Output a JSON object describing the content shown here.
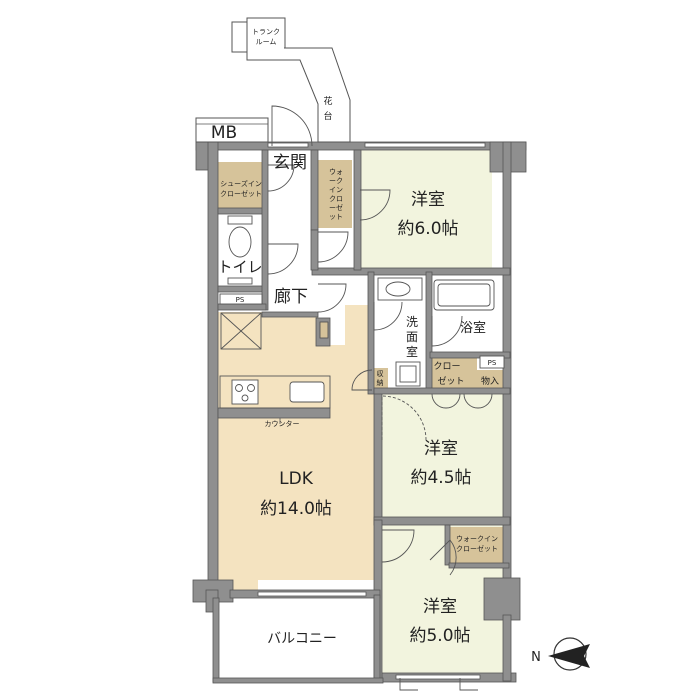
{
  "rooms": {
    "western1": {
      "name": "洋室",
      "size": "約6.0帖"
    },
    "western2": {
      "name": "洋室",
      "size": "約4.5帖"
    },
    "western3": {
      "name": "洋室",
      "size": "約5.0帖"
    },
    "ldk": {
      "name": "LDK",
      "size": "約14.0帖"
    },
    "entrance": "玄関",
    "corridor": "廊下",
    "toilet": "トイレ",
    "washroom": [
      "洗",
      "面",
      "室"
    ],
    "bathroom": "浴室",
    "balcony": "バルコニー"
  },
  "storage": {
    "trunk_room": [
      "トランク",
      "ルーム"
    ],
    "shoes_in_closet": [
      "シューズイン",
      "クローゼット"
    ],
    "walk_in_closet_1": [
      "ウォ",
      "ーク",
      "イン",
      "クロ",
      "ーゼ",
      "ット"
    ],
    "walk_in_closet_2": [
      "ウォークイン",
      "クローゼット"
    ],
    "closet": [
      "クロー",
      "ゼット"
    ],
    "monoire": "物入",
    "shuno": [
      "収",
      "納"
    ]
  },
  "labels": {
    "mb": "MB",
    "ps_1": "PS",
    "ps_2": "PS",
    "kadan": [
      "花",
      "台"
    ],
    "counter": "カウンター",
    "compass_n": "N"
  },
  "colors": {
    "wall": "#8f8f8f",
    "wall_dark": "#777777",
    "floor_wood": "#f4e3c0",
    "floor_green": "#f2f4de",
    "storage": "#d6c39a",
    "wet_area": "#ffffff"
  }
}
